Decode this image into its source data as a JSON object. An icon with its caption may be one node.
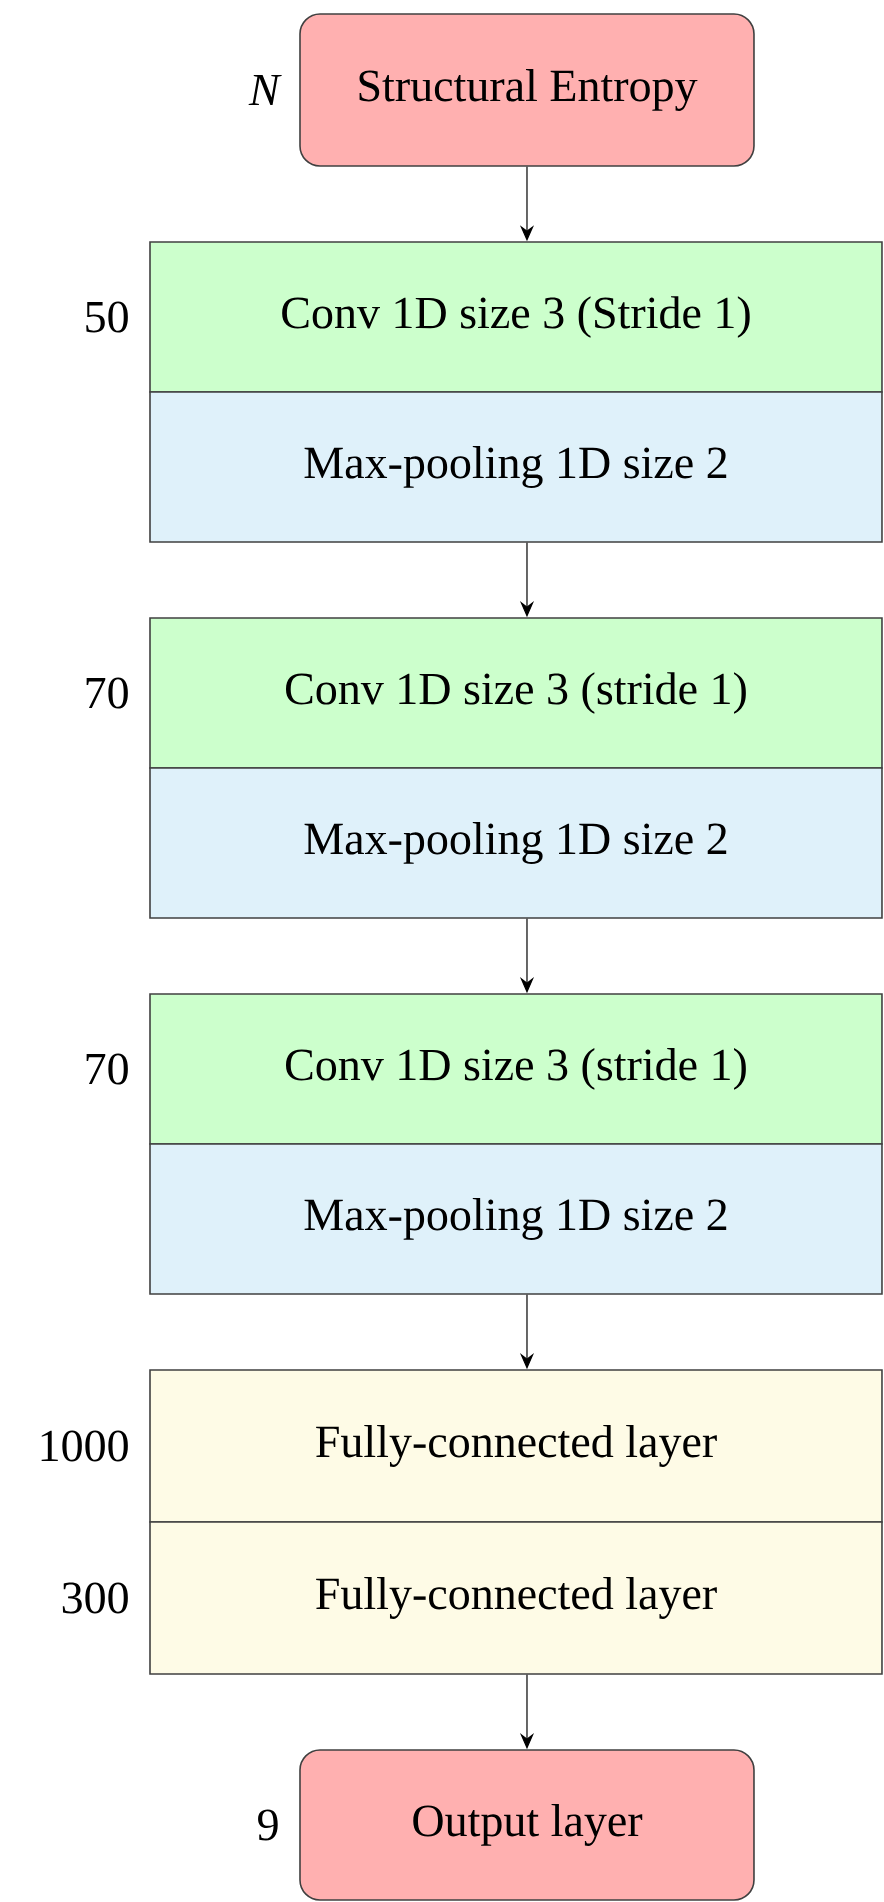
{
  "diagram": {
    "nodes": [
      {
        "text": [
          "Structural Entropy"
        ],
        "beside": [
          "N"
        ]
      },
      {
        "text": [
          "Conv 1D size 3 (Stride 1)"
        ],
        "beside": [
          "50"
        ]
      },
      {
        "text": [
          "Max-pooling 1D size 2"
        ]
      },
      {
        "text": [
          "Conv 1D size 3 (stride 1)"
        ],
        "beside": [
          "70"
        ]
      },
      {
        "text": [
          "Max-pooling 1D size 2"
        ]
      },
      {
        "text": [
          "Conv 1D size 3 (stride 1)"
        ],
        "beside": [
          "70"
        ]
      },
      {
        "text": [
          "Max-pooling 1D size 2"
        ]
      },
      {
        "text": [
          "Fully-connected layer"
        ],
        "beside": [
          "1000"
        ]
      },
      {
        "text": [
          "Fully-connected layer"
        ],
        "beside": [
          "300"
        ]
      },
      {
        "text": [
          "Output layer"
        ],
        "beside": [
          "9"
        ]
      }
    ],
    "edges": [
      {
        "from": 0,
        "to": 1,
        "arrow": "to"
      },
      {
        "from": 2,
        "to": 3,
        "arrow": "to"
      },
      {
        "from": 4,
        "to": 5,
        "arrow": "to"
      },
      {
        "from": 6,
        "to": 7,
        "arrow": "to"
      },
      {
        "from": 8,
        "to": 9,
        "arrow": "to"
      }
    ]
  }
}
